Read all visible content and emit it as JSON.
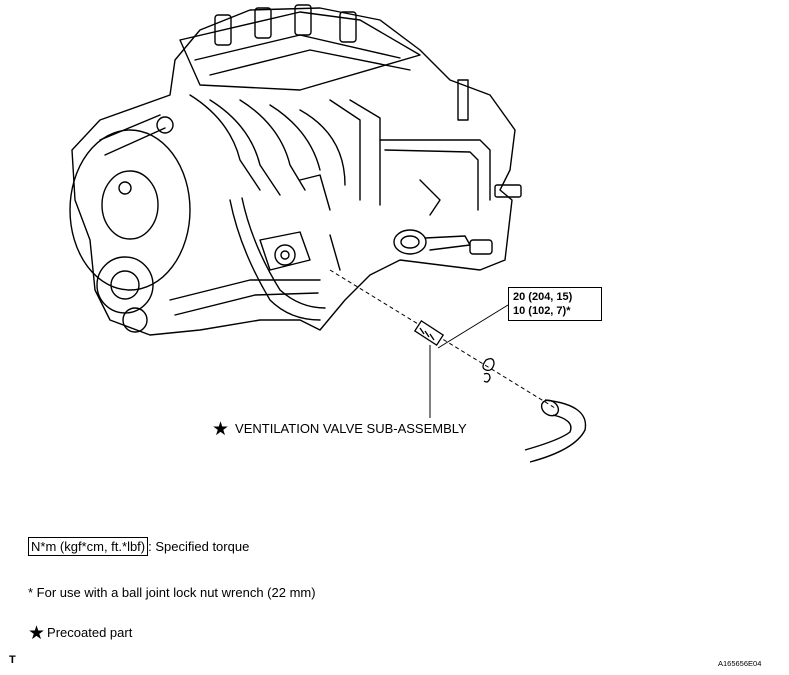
{
  "torque": {
    "line1": "20 (204, 15)",
    "line2": "10 (102, 7)*"
  },
  "valve_label": "VENTILATION VALVE SUB-ASSEMBLY",
  "legend": {
    "unit": "N*m (kgf*cm, ft.*lbf)",
    "unit_desc": ": Specified torque",
    "footnote": "* For use with a ball joint lock nut wrench (22 mm)",
    "precoated": "Precoated part"
  },
  "footer": {
    "left": "T",
    "right": "A165656E04"
  },
  "icons": {
    "star": "star-icon"
  }
}
